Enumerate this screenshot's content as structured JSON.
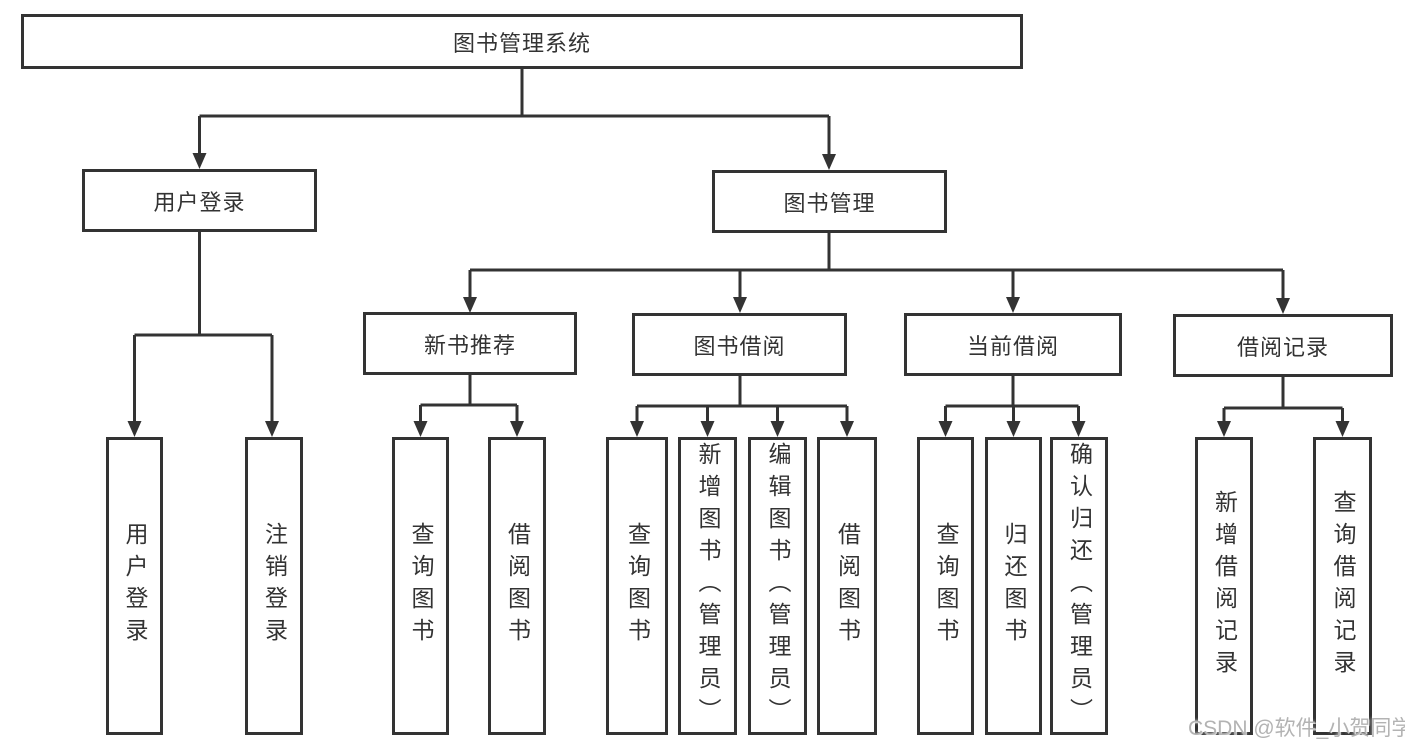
{
  "diagram_type": "hierarchy-tree",
  "nodes": {
    "root": "图书管理系统",
    "user_login": "用户登录",
    "book_mgmt": "图书管理",
    "new_book_rec": "新书推荐",
    "book_borrow": "图书借阅",
    "current_borrow": "当前借阅",
    "borrow_records": "借阅记录",
    "leaf_user_login": "用户登录",
    "leaf_logout": "注销登录",
    "leaf_nbr_search": "查询图书",
    "leaf_nbr_borrow": "借阅图书",
    "leaf_bb_search": "查询图书",
    "leaf_bb_add": "新增图书（管理员）",
    "leaf_bb_edit": "编辑图书（管理员）",
    "leaf_bb_borrow": "借阅图书",
    "leaf_cb_search": "查询图书",
    "leaf_cb_return": "归还图书",
    "leaf_cb_confirm": "确认归还（管理员）",
    "leaf_br_add": "新增借阅记录",
    "leaf_br_search": "查询借阅记录"
  },
  "edges": [
    [
      "图书管理系统",
      "用户登录"
    ],
    [
      "图书管理系统",
      "图书管理"
    ],
    [
      "用户登录",
      "用户登录(叶)"
    ],
    [
      "用户登录",
      "注销登录"
    ],
    [
      "图书管理",
      "新书推荐"
    ],
    [
      "图书管理",
      "图书借阅"
    ],
    [
      "图书管理",
      "当前借阅"
    ],
    [
      "图书管理",
      "借阅记录"
    ],
    [
      "新书推荐",
      "查询图书"
    ],
    [
      "新书推荐",
      "借阅图书"
    ],
    [
      "图书借阅",
      "查询图书"
    ],
    [
      "图书借阅",
      "新增图书（管理员）"
    ],
    [
      "图书借阅",
      "编辑图书（管理员）"
    ],
    [
      "图书借阅",
      "借阅图书"
    ],
    [
      "当前借阅",
      "查询图书"
    ],
    [
      "当前借阅",
      "归还图书"
    ],
    [
      "当前借阅",
      "确认归还（管理员）"
    ],
    [
      "借阅记录",
      "新增借阅记录"
    ],
    [
      "借阅记录",
      "查询借阅记录"
    ]
  ],
  "watermark": "CSDN @软件_小贺同学",
  "colors": {
    "line": "#333333",
    "box_border": "#333333",
    "box_fill": "#ffffff",
    "text": "#333333",
    "watermark": "#b3b3b3",
    "background": "#ffffff"
  }
}
